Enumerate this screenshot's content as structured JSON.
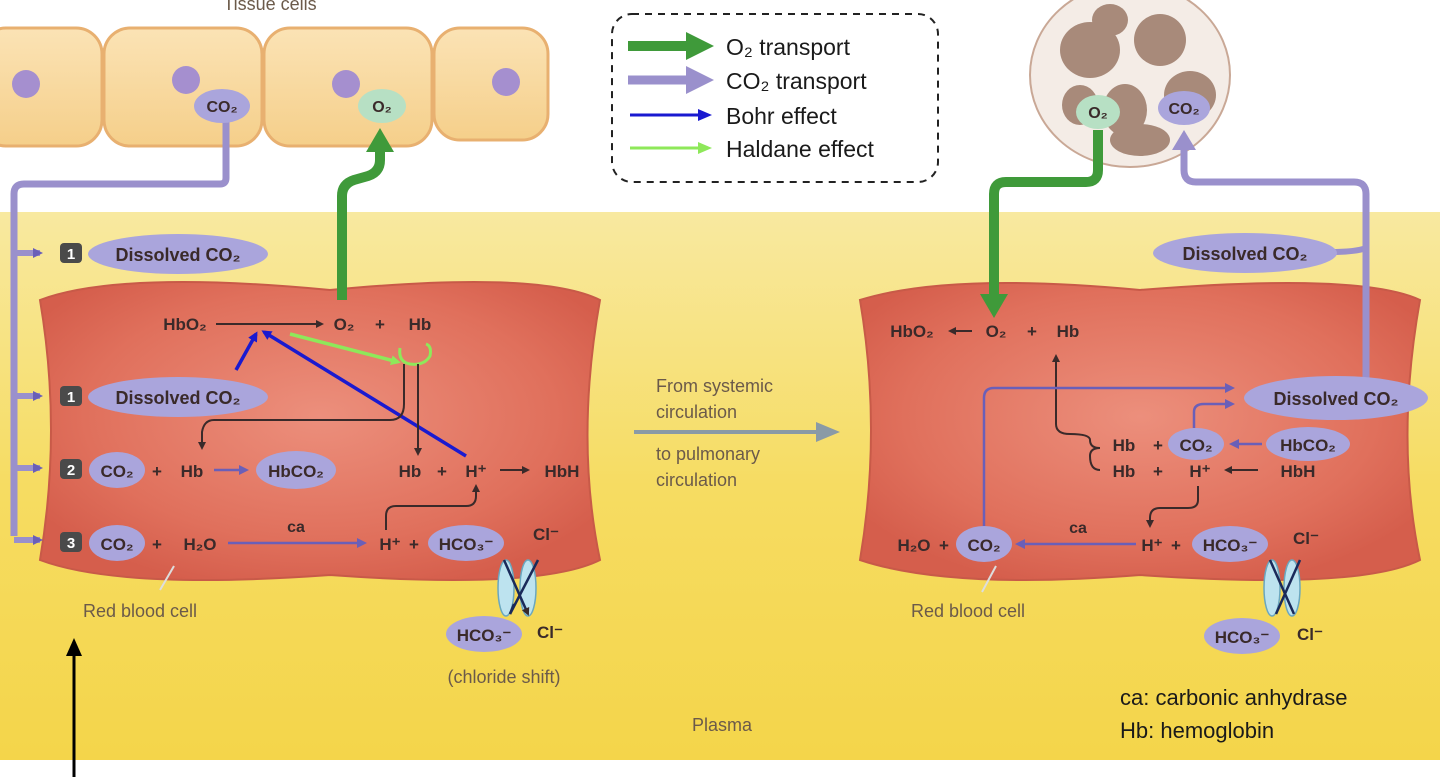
{
  "title": "Tissue cells",
  "legend": {
    "o2_transport": "O₂ transport",
    "co2_transport": "CO₂ transport",
    "bohr": "Bohr effect",
    "haldane": "Haldane effect"
  },
  "colors": {
    "o2": "#3f9a3a",
    "co2": "#8f86c4",
    "bohr": "#1a1ad0",
    "haldane": "#8ee85a",
    "rbc": "#e06e5a",
    "plasma": "#f7e27a",
    "bubble": "#aaa5dc"
  },
  "tissue": {
    "co2": "CO₂",
    "o2": "O₂"
  },
  "systemic": {
    "dissolved_top": "Dissolved CO₂",
    "dissolved_rbc": "Dissolved CO₂",
    "step1": "1",
    "step2": "2",
    "step3": "3",
    "hbo2": "HbO₂",
    "o2": "O₂",
    "plus": "+",
    "hb": "Hb",
    "co2": "CO₂",
    "hbco2": "HbCO₂",
    "h2o": "H₂O",
    "ca": "ca",
    "hplus": "H⁺",
    "hco3": "HCO₃⁻",
    "cl": "Cl⁻",
    "hbh": "HbH",
    "chloride_shift": "(chloride shift)",
    "rbc_label": "Red blood cell"
  },
  "middle": {
    "from": "From systemic",
    "from2": "circulation",
    "to": "to pulmonary",
    "to2": "circulation"
  },
  "pulmonary": {
    "o2": "O₂",
    "co2": "CO₂",
    "dissolved_top": "Dissolved CO₂",
    "dissolved_rbc": "Dissolved CO₂",
    "hbo2": "HbO₂",
    "hb": "Hb",
    "hbco2": "HbCO₂",
    "hbh": "HbH",
    "hplus": "H⁺",
    "h2o": "H₂O",
    "ca": "ca",
    "hco3": "HCO₃⁻",
    "cl": "Cl⁻",
    "rbc_label": "Red blood cell"
  },
  "plasma_label": "Plasma",
  "notes": {
    "ca": "ca: carbonic anhydrase",
    "hb": "Hb: hemoglobin"
  }
}
